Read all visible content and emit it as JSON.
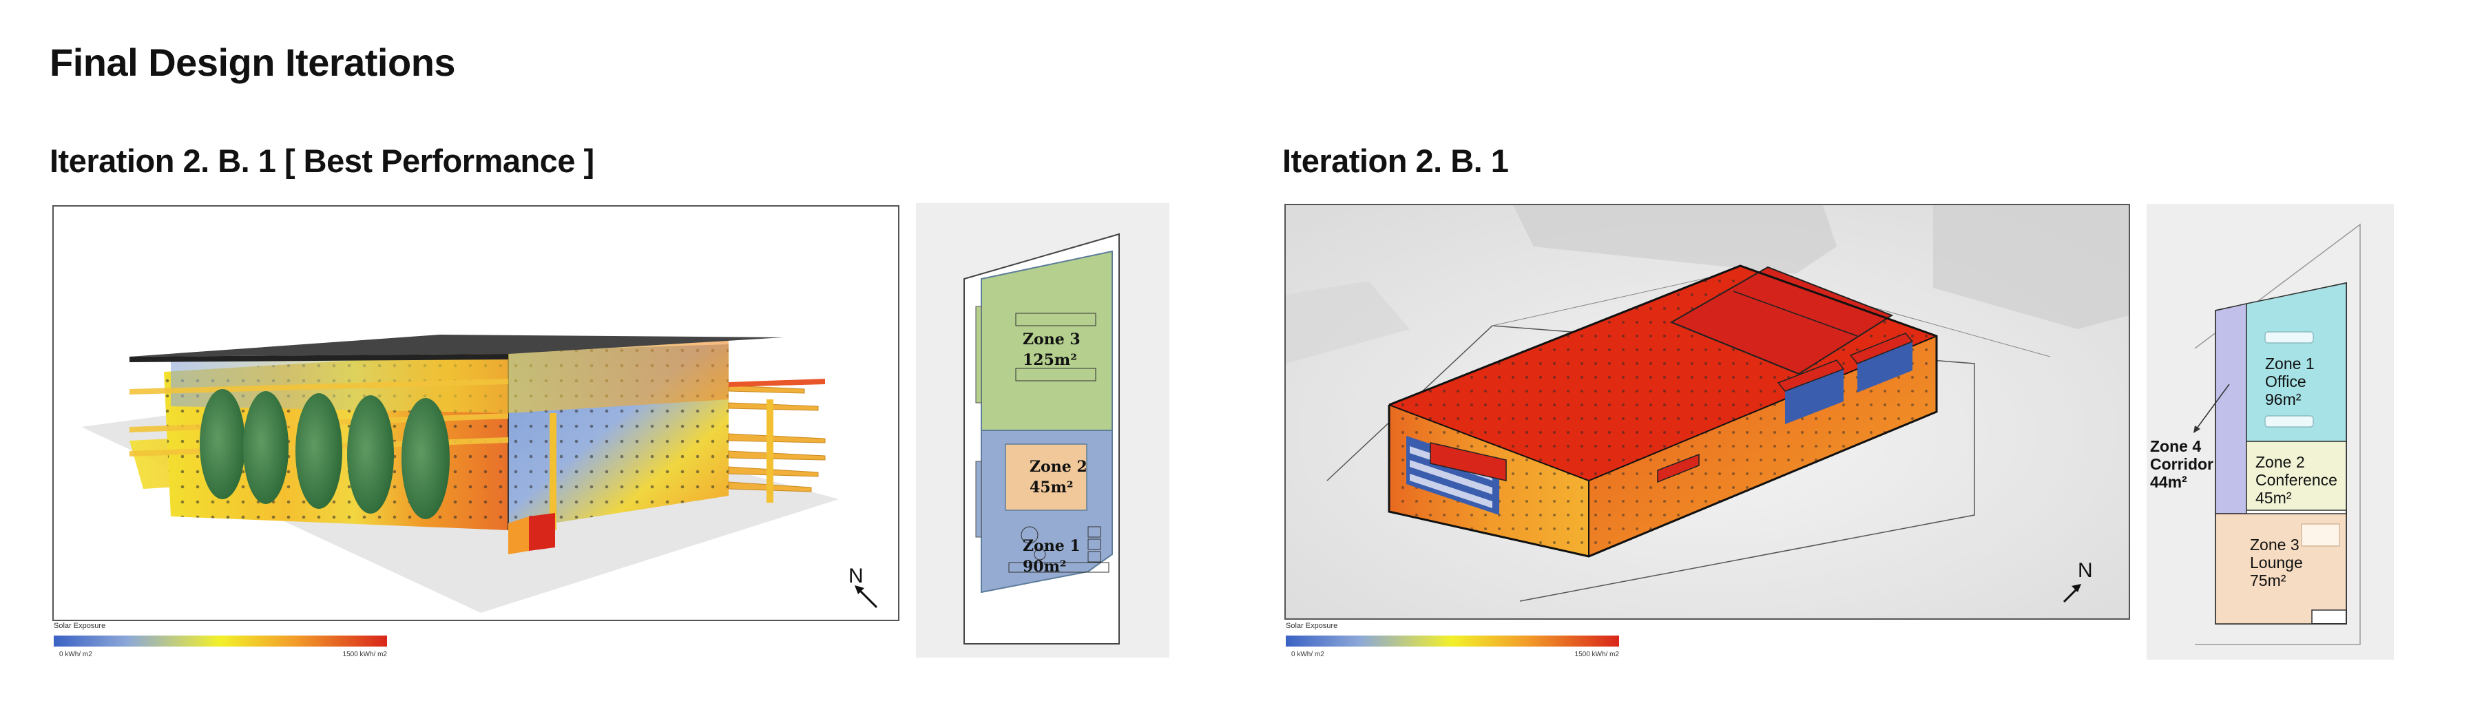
{
  "page": {
    "title": "Final Design Iterations"
  },
  "iterations": [
    {
      "title": "Iteration 2. B. 1 [ Best Performance ]",
      "legend": {
        "title": "Solar Exposure",
        "min": "0 kWh/ m2",
        "max": "1500 kWh/ m2"
      },
      "north": "N",
      "zones": [
        {
          "name": "Zone 3",
          "area": "125m²"
        },
        {
          "name": "Zone 2",
          "area": "45m²"
        },
        {
          "name": "Zone 1",
          "area": "90m²"
        }
      ],
      "zone_colors": [
        "#b5cf8f",
        "#f0c89a",
        "#95abd1"
      ]
    },
    {
      "title": "Iteration 2. B. 1",
      "legend": {
        "title": "Solar Exposure",
        "min": "0 kWh/ m2",
        "max": "1500 kWh/ m2"
      },
      "north": "N",
      "zones": [
        {
          "name": "Zone 1",
          "use": "Office",
          "area": "96m²"
        },
        {
          "name": "Zone 2",
          "use": "Conference",
          "area": "45m²"
        },
        {
          "name": "Zone 3",
          "use": "Lounge",
          "area": "75m²"
        },
        {
          "name": "Zone 4",
          "use": "Corridor",
          "area": "44m²"
        }
      ],
      "zone_colors": [
        "#a6e2e6",
        "#f1f3d4",
        "#f6dcc2",
        "#c0c0ea"
      ]
    }
  ]
}
